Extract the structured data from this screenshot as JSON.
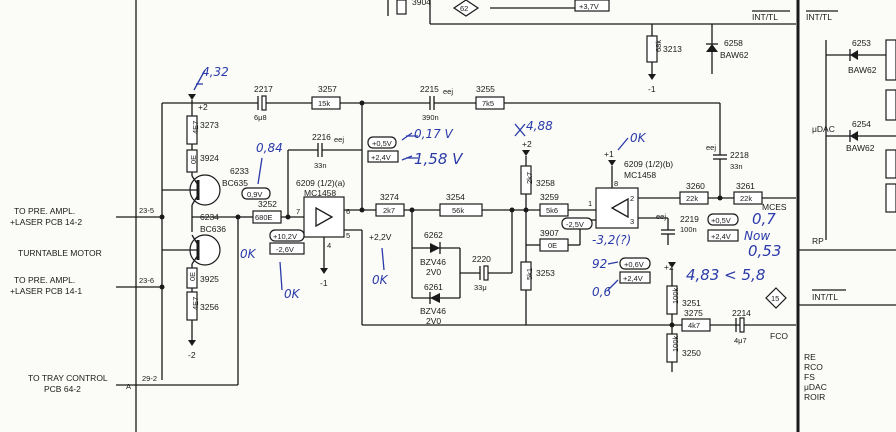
{
  "left_labels": {
    "pre_ampl_a_1": "TO PRE. AMPL.",
    "pre_ampl_a_2": "+LASER PCB 14-2",
    "turntable": "TURNTABLE MOTOR",
    "pre_ampl_b_1": "TO PRE. AMPL.",
    "pre_ampl_b_2": "+LASER PCB 14-1",
    "tray_1": "TO TRAY CONTROL",
    "tray_2": "PCB 64-2",
    "conn_23_5": "23-5",
    "conn_23_6": "23-6",
    "conn_29_2": "29-2",
    "conn_a": "A"
  },
  "top_strip": {
    "c3904": "3904",
    "n62": "62",
    "v37": "+3,7V",
    "int_tl": "INT/TL"
  },
  "components": {
    "r3273": "3273",
    "r3273_val": "4E7",
    "r3924_val": "0E",
    "r3924": "3924",
    "q6233": "6233",
    "q6233_type": "BC635",
    "q6234": "6234",
    "q6234_type": "BC636",
    "r3925": "3925",
    "r3925_val": "0E",
    "r3256": "3256",
    "r3256_val": "4E7",
    "supply_p2": "+2",
    "supply_m2": "-2",
    "c2217": "2217",
    "c2217_val": "6μ8",
    "r3257": "3257",
    "r3257_val": "15k",
    "c2215": "2215",
    "c2215_note": "eej",
    "c2215_val": "390n",
    "r3255": "3255",
    "r3255_val": "7k5",
    "c2216": "2216",
    "c2216_note": "eej",
    "c2216_val": "33n",
    "r3252": "3252",
    "r3252_val": "680E",
    "ic6209a": "6209 (1/2)(a)",
    "ic6209a_type": "MC1458",
    "pin7": "7",
    "pin6": "6",
    "pin5": "5",
    "pin4": "4",
    "pin_m1": "-1",
    "r3274": "3274",
    "r3274_val": "2k7",
    "r3254": "3254",
    "r3254_val": "56k",
    "d6262": "6262",
    "d6262_type": "BZV46",
    "d6262_v": "2V0",
    "d6261": "6261",
    "d6261_type": "BZV46",
    "d6261_v": "2V0",
    "c2220": "2220",
    "c2220_val": "33μ",
    "r3258": "3258",
    "r3258_val": "2k7",
    "supply_p2b": "+2",
    "r3259": "3259",
    "r3259_val": "5k6",
    "r3253": "3253",
    "r3253_val": "5k1",
    "r3907": "3907",
    "r3907_val": "0E",
    "ic6209b": "6209 (1/2)(b)",
    "ic6209b_type": "MC1458",
    "pin1": "1",
    "pin2": "2",
    "pin3": "3",
    "pin8": "8",
    "supply_p1": "+1",
    "c2218": "2218",
    "c2218_note": "eej",
    "c2218_val": "33n",
    "c2219": "2219",
    "c2219_note": "eej",
    "c2219_val": "100n",
    "r3260": "3260",
    "r3260_val": "22k",
    "r3261": "3261",
    "r3261_val": "22k",
    "r3213": "3213",
    "r3213_val": "68k",
    "supply_m1": "-1",
    "d6258": "6258",
    "d6258_type": "BAW62",
    "r3251": "3251",
    "r3251_val": "100k",
    "r3250": "3250",
    "r3250_val": "100k",
    "r3275": "3275",
    "r3275_val": "4k7",
    "c2214": "2214",
    "c2214_val": "4μ7",
    "fco": "FCO",
    "fco_num": "15",
    "supply_p2c": "+2",
    "v_22": "+2,2V",
    "mces": "MCES"
  },
  "voltage_tags": {
    "t09": "0,9V",
    "t102": "+10,2V",
    "t26": "-2,6V",
    "t05a": "+0,5V",
    "t24a": "+2,4V",
    "t25": "-2,5V",
    "t06": "+0,6V",
    "t24b": "+2,4V",
    "t05b": "+0,5V",
    "t24c": "+2,4V"
  },
  "bus": {
    "int_tl": "INT/TL",
    "udac": "μDAC",
    "rp": "RP",
    "int_tl2": "INT/TL",
    "re": "RE",
    "rco": "RCO",
    "fs": "FS",
    "udac2": "μDAC",
    "roir": "ROIR"
  },
  "right_side": {
    "d6253": "6253",
    "d6253_type": "BAW62",
    "d6254": "6254",
    "d6254_type": "BAW62"
  },
  "annotations": {
    "a_432": "4,32",
    "a_084": "0,84",
    "a_ok1": "0K",
    "a_ok2": "0K",
    "a_017": "0,17 V",
    "a_158": "1,58 V",
    "a_488": "4,88",
    "a_ok3": "0K",
    "a_ok4": "0K",
    "a_32": "-3,2(?)",
    "a_92": "92",
    "a_06": "0,6",
    "a_483": "4,83 < 5,8",
    "a_07": "0,7",
    "a_053": "0,53",
    "a_now": "Now"
  }
}
